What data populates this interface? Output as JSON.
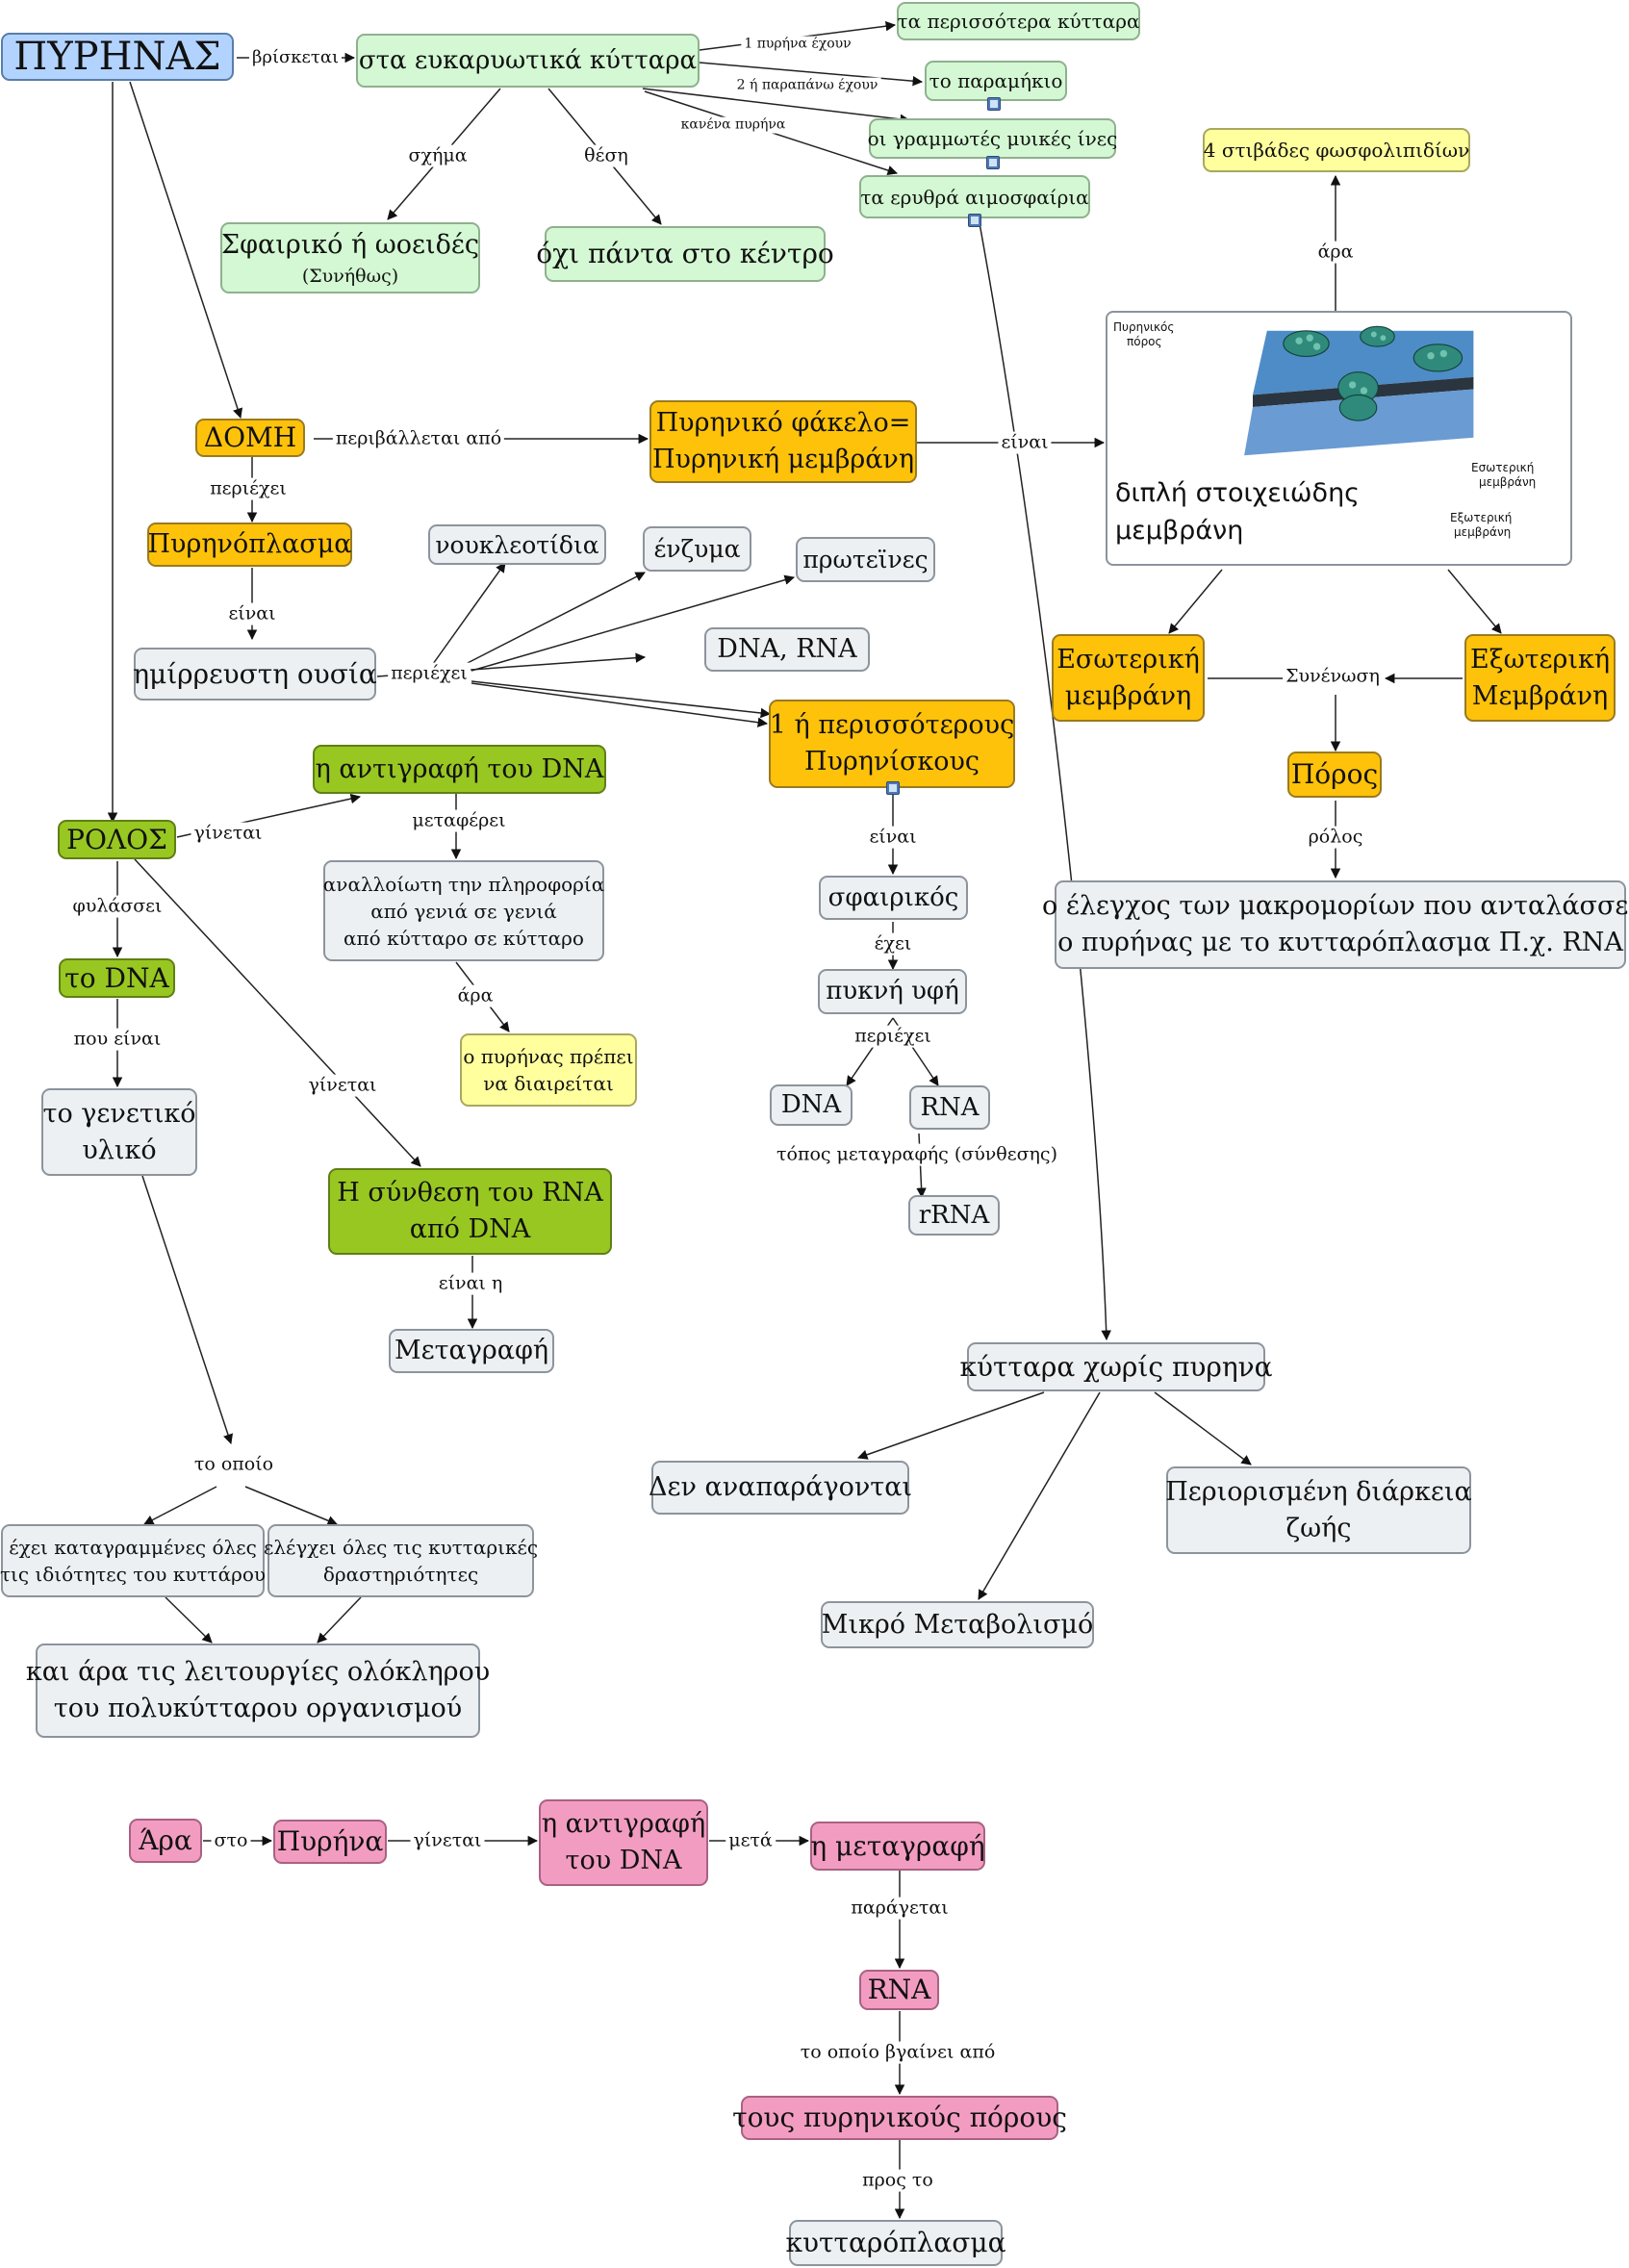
{
  "nodes": {
    "pyrinas": "ΠΥΡΗΝΑΣ",
    "eukaryotic": "στα ευκαρυωτικά κύτταρα",
    "most_cells": "τα περισσότερα κύτταρα",
    "paramecium": "το παραμήκιο",
    "muscle_fibers": "οι γραμμωτές μυικές ίνες",
    "red_cells": "τα ερυθρά αιμοσφαίρια",
    "shape_line1": "Σφαιρικό ή ωοειδές",
    "shape_line2": "(Συνήθως)",
    "position": "όχι πάντα στο κέντρο",
    "phospholipids": "4 στιβάδες φωσφολιπιδίων",
    "double_membrane_line1": "διπλή στοιχειώδης",
    "double_membrane_line2": "μεμβράνη",
    "domi": "ΔΟΜΗ",
    "envelope_line1": "Πυρηνικό φάκελο=",
    "envelope_line2": "Πυρηνική μεμβράνη",
    "nucleoplasm": "Πυρηνόπλασμα",
    "nucleotides": "νουκλεοτίδια",
    "enzymes": "ένζυμα",
    "proteins": "πρωτεϊνες",
    "dna_rna": "DNA, RNA",
    "semiliquid": "ημίρρευστη ουσία",
    "nucleoli_line1": "1 ή περισσότερους",
    "nucleoli_line2": "Πυρηνίσκους",
    "inner_membrane_line1": "Εσωτερική",
    "inner_membrane_line2": "μεμβράνη",
    "outer_membrane_line1": "Εξωτερική",
    "outer_membrane_line2": "Μεμβράνη",
    "pore": "Πόρος",
    "pore_role_line1": "ο έλεγχος των μακρομορίων που ανταλάσσει",
    "pore_role_line2": "ο πυρήνας με το κυτταρόπλασμα Π.χ. RNA",
    "dna_replication": "η αντιγραφή του DNA",
    "rolos": "ΡΟΛΟΣ",
    "unchanged_line1": "αναλλοίωτη την πληροφορία",
    "unchanged_line2": "από γενιά σε γενιά",
    "unchanged_line3": "από κύτταρο σε κύτταρο",
    "must_divide_line1": "ο πυρήνας πρέπει",
    "must_divide_line2": "να διαιρείται",
    "the_dna": "το DNA",
    "genetic_material_line1": "το γενετικό",
    "genetic_material_line2": "υλικό",
    "rna_synthesis_line1": "Η σύνθεση του RNA",
    "rna_synthesis_line2": "από DNA",
    "transcription": "Μεταγραφή",
    "spherical": "σφαιρικός",
    "dense": "πυκνή υφή",
    "dna": "DNA",
    "rna": "RNA",
    "rrna": "rRNA",
    "no_nucleus": "κύτταρα χωρίς πυρηνα",
    "no_reproduce": "Δεν αναπαράγονται",
    "limited_life_line1": "Περιορισμένη διάρκεια",
    "limited_life_line2": "ζωής",
    "small_metabolism": "Μικρό Μεταβολισμό",
    "recorded_line1": "έχει καταγραμμένες όλες",
    "recorded_line2": "τις ιδιότητες του κυττάρου",
    "controls_line1": "ελέγχει όλες τις κυτταρικές",
    "controls_line2": "δραστηριότητες",
    "functions_line1": "και άρα τις λειτουργίες ολόκληρου",
    "functions_line2": "του πολυκύτταρου οργανισμού",
    "ara": "Άρα",
    "nucleus_acc": "Πυρήνα",
    "replication_line1": "η αντιγραφή",
    "replication_line2": "του DNA",
    "metagrafi": "η μεταγραφή",
    "rna_bottom": "RNA",
    "nuclear_pores": "τους πυρηνικούς πόρους",
    "cytoplasm": "κυτταρόπλασμα"
  },
  "links": {
    "found_in": "βρίσκεται",
    "one_nucleus": "1 πυρήνα έχουν",
    "two_or_more": "2 ή παραπάνω έχουν",
    "no_nucleus": "κανένα πυρήνα",
    "shape": "σχήμα",
    "position": "θέση",
    "therefore_top": "άρα",
    "surrounded_by": "περιβάλλεται από",
    "is_membrane": "είναι",
    "contains_1": "περιέχει",
    "is_1": "είναι",
    "contains_2": "περιέχει",
    "is_2": "είναι",
    "has": "έχει",
    "contains_3": "περιέχει",
    "transcription_site": "τόπος μεταγραφής (σύνθεσης)",
    "fusion": "Συνένωση",
    "role": "ρόλος",
    "happens_1": "γίνεται",
    "carries": "μεταφέρει",
    "therefore_mid": "άρα",
    "guards": "φυλάσσει",
    "which_is": "που είναι",
    "happens_2": "γίνεται",
    "is_the": "είναι η",
    "which": "το οποίο",
    "in": "στο",
    "happens_3": "γίνεται",
    "after": "μετά",
    "produced": "παράγεται",
    "exits_from": "το οποίο βγαίνει από",
    "to": "προς το"
  },
  "figure_captions": {
    "pore_label_line1": "Πυρηνικός",
    "pore_label_line2": "πόρος",
    "inner_label_line1": "Εσωτερική",
    "inner_label_line2": "μεμβράνη",
    "outer_label_line1": "Εξωτερική",
    "outer_label_line2": "μεμβράνη"
  },
  "colors": {
    "root": "#b3d3ff",
    "location": "#d3f8d3",
    "structure": "#ffc20a",
    "role": "#98c721",
    "note": "#ffff9e",
    "summary": "#f39cc1",
    "neutral": "#ecf0f3"
  },
  "icons": [
    "image-attachment-icon",
    "membrane-illustration"
  ]
}
